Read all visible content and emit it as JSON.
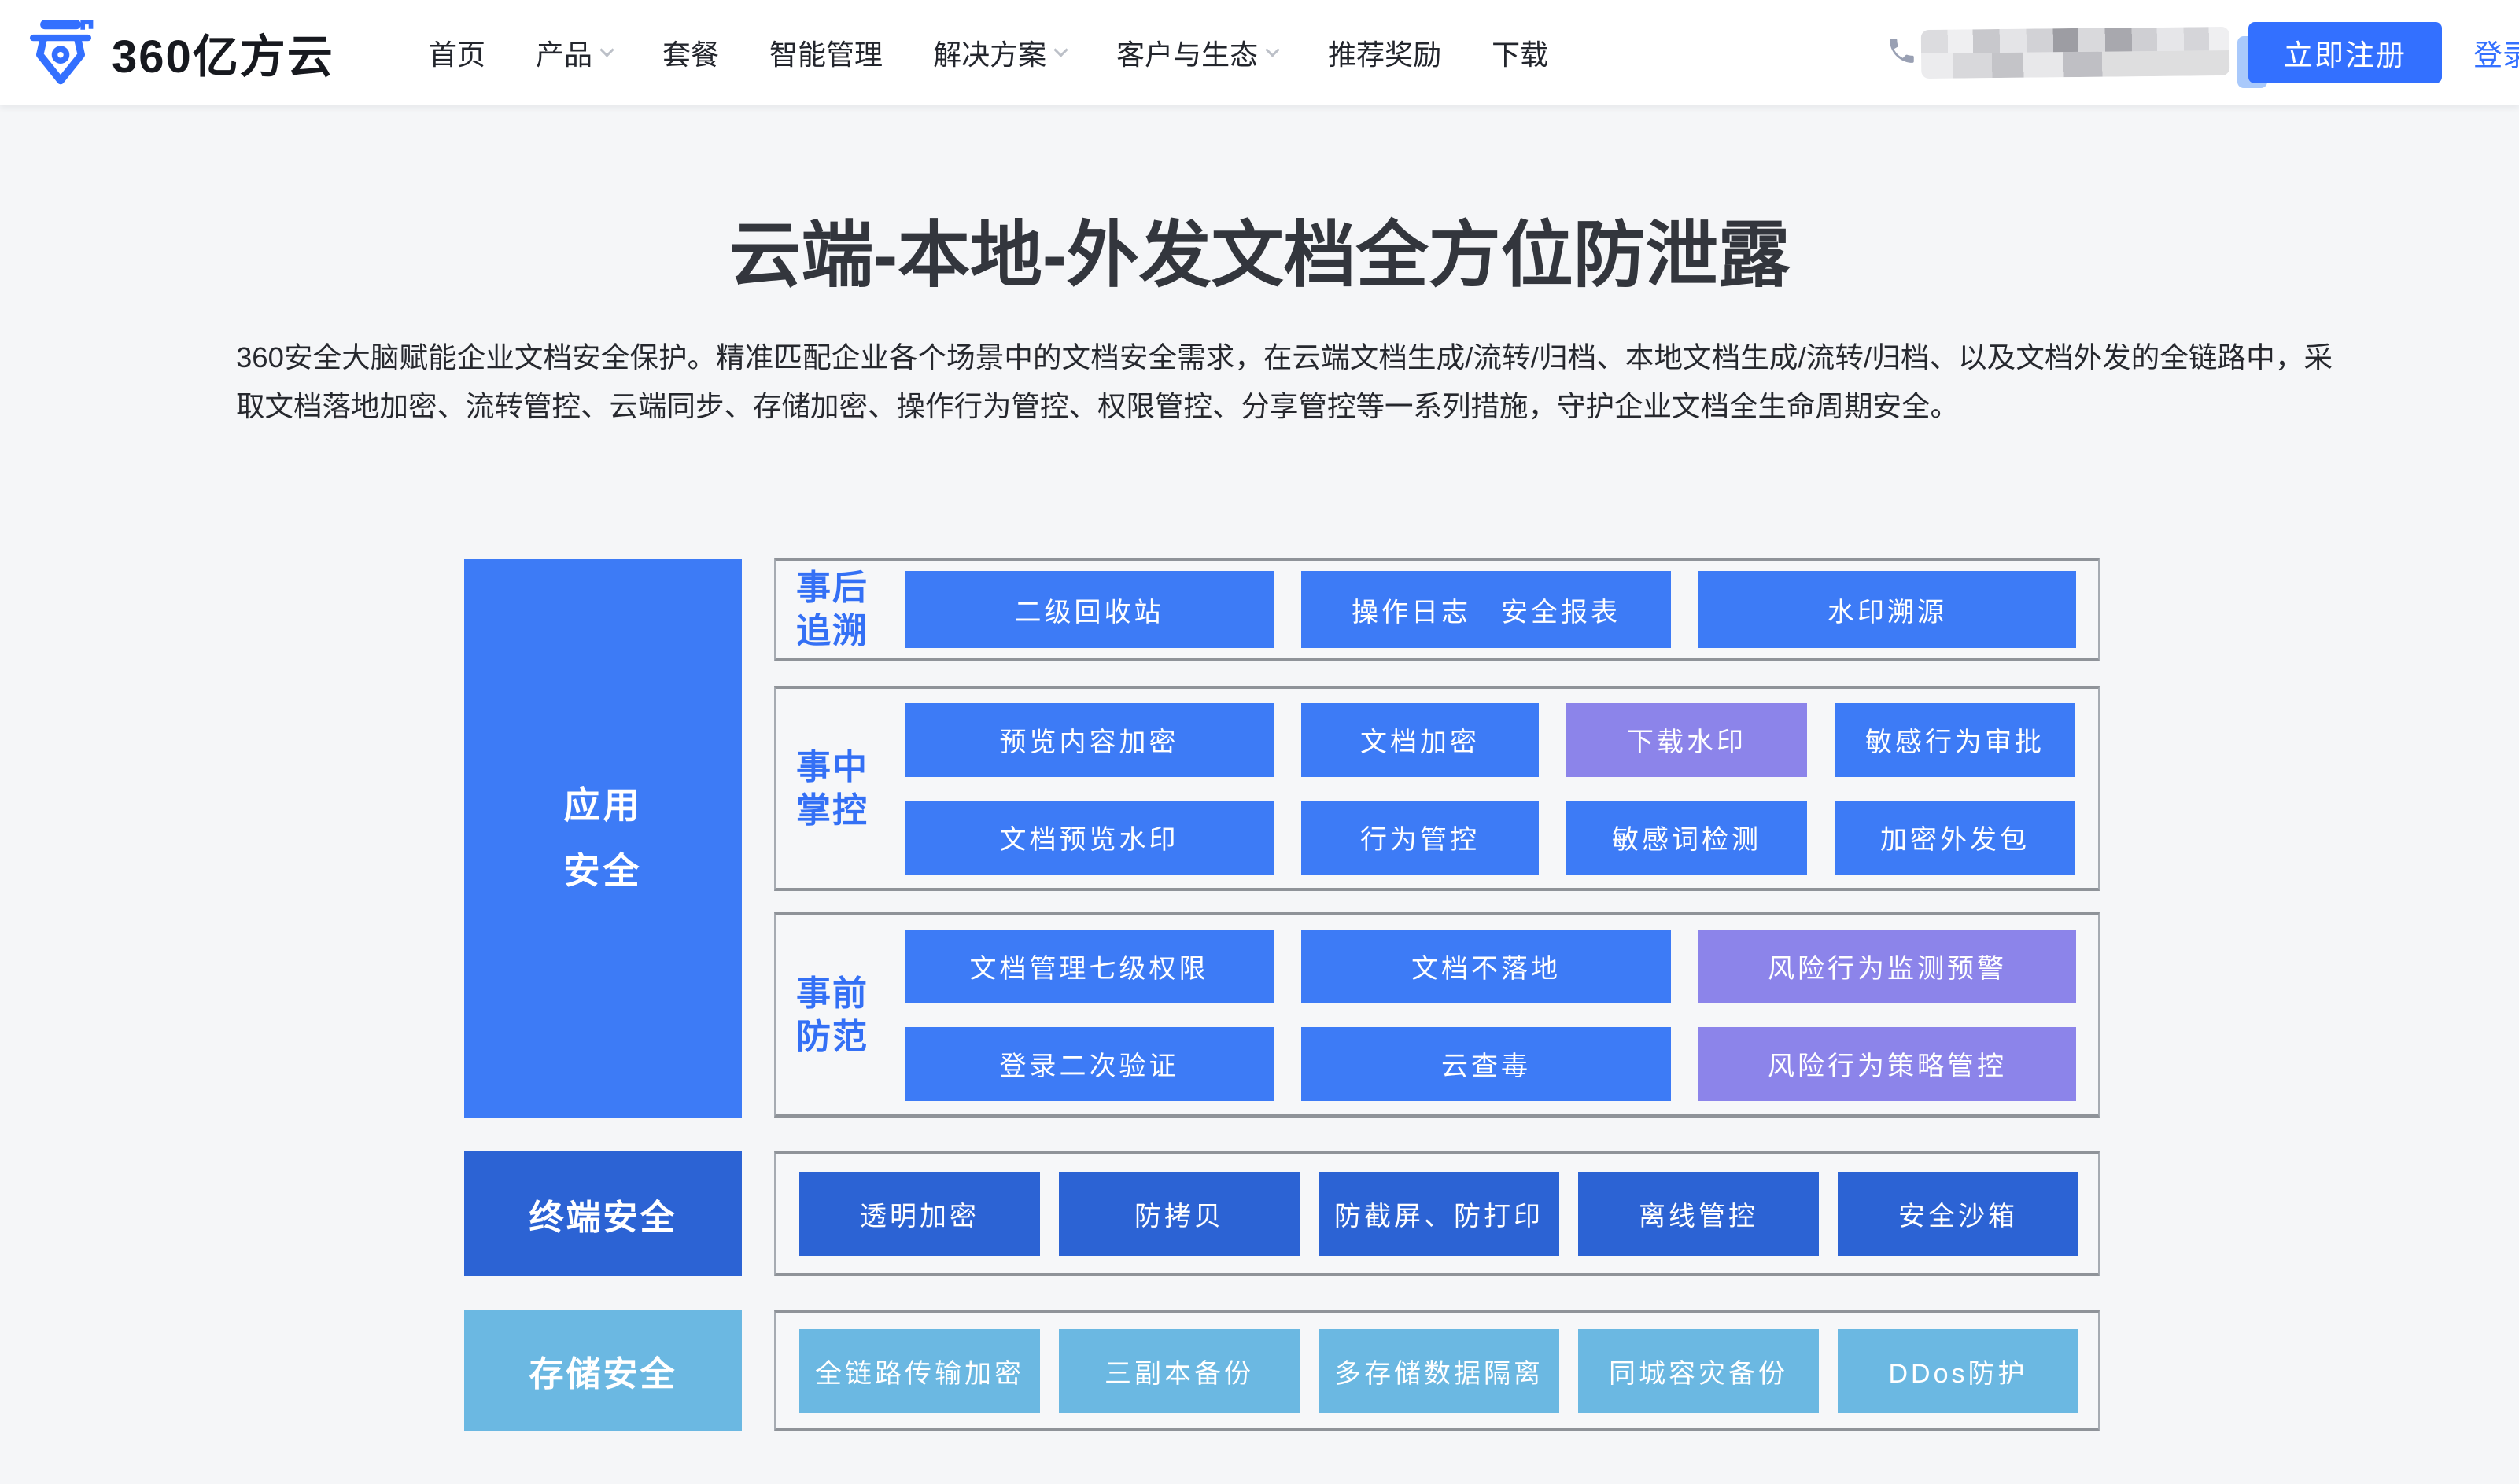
{
  "header": {
    "logo": {
      "text": "360亿方云",
      "icon": "pen-shield-logo-icon",
      "brand_color": "#3370FF"
    },
    "nav_items": [
      {
        "label": "首页",
        "dropdown": false
      },
      {
        "label": "产品",
        "dropdown": true
      },
      {
        "label": "套餐",
        "dropdown": false
      },
      {
        "label": "智能管理",
        "dropdown": false
      },
      {
        "label": "解决方案",
        "dropdown": true
      },
      {
        "label": "客户与生态",
        "dropdown": true
      },
      {
        "label": "推荐奖励",
        "dropdown": false
      },
      {
        "label": "下载",
        "dropdown": false
      }
    ],
    "phone": {
      "icon": "phone-icon",
      "masked": true
    },
    "register_button": "立即注册",
    "login_link": "登录",
    "accent_color": "#3370FF"
  },
  "hero": {
    "title": "云端-本地-外发文档全方位防泄露",
    "description": "360安全大脑赋能企业文档安全保护。精准匹配企业各个场景中的文档安全需求，在云端文档生成/流转/归档、本地文档生成/流转/归档、以及文档外发的全链路中，采取文档落地加密、流转管控、云端同步、存储加密、操作行为管控、权限管控、分享管控等一系列措施，守护企业文档全生命周期安全。"
  },
  "diagram": {
    "colors": {
      "blue": "#3D7BF6",
      "purple": "#8C84EA",
      "dark_blue": "#2C63D4",
      "light_blue": "#6BB8E2",
      "label_blue": "#3470F5"
    },
    "left_categories": [
      {
        "label": "应用安全",
        "color": "#3D7BF6"
      },
      {
        "label": "终端安全",
        "color": "#2C63D4"
      },
      {
        "label": "存储安全",
        "color": "#6BB8E2"
      }
    ],
    "groups": [
      {
        "label": "事后追溯",
        "boxes_rows": [
          [
            {
              "label": "二级回收站",
              "color": "#3D7BF6"
            },
            {
              "label": "操作日志　安全报表",
              "color": "#3D7BF6"
            },
            {
              "label": "水印溯源",
              "color": "#3D7BF6"
            }
          ]
        ]
      },
      {
        "label": "事中掌控",
        "boxes_rows": [
          [
            {
              "label": "预览内容加密",
              "color": "#3D7BF6"
            },
            {
              "label": "文档加密",
              "color": "#3D7BF6"
            },
            {
              "label": "下载水印",
              "color": "#8C84EA"
            },
            {
              "label": "敏感行为审批",
              "color": "#3D7BF6"
            }
          ],
          [
            {
              "label": "文档预览水印",
              "color": "#3D7BF6"
            },
            {
              "label": "行为管控",
              "color": "#3D7BF6"
            },
            {
              "label": "敏感词检测",
              "color": "#3D7BF6"
            },
            {
              "label": "加密外发包",
              "color": "#3D7BF6"
            }
          ]
        ]
      },
      {
        "label": "事前防范",
        "boxes_rows": [
          [
            {
              "label": "文档管理七级权限",
              "color": "#3D7BF6"
            },
            {
              "label": "文档不落地",
              "color": "#3D7BF6"
            },
            {
              "label": "风险行为监测预警",
              "color": "#8C84EA"
            }
          ],
          [
            {
              "label": "登录二次验证",
              "color": "#3D7BF6"
            },
            {
              "label": "云查毒",
              "color": "#3D7BF6"
            },
            {
              "label": "风险行为策略管控",
              "color": "#8C84EA"
            }
          ]
        ]
      },
      {
        "label": "",
        "boxes_rows": [
          [
            {
              "label": "透明加密",
              "color": "#2C63D4"
            },
            {
              "label": "防拷贝",
              "color": "#2C63D4"
            },
            {
              "label": "防截屏、防打印",
              "color": "#2C63D4"
            },
            {
              "label": "离线管控",
              "color": "#2C63D4"
            },
            {
              "label": "安全沙箱",
              "color": "#2C63D4"
            }
          ]
        ]
      },
      {
        "label": "",
        "boxes_rows": [
          [
            {
              "label": "全链路传输加密",
              "color": "#6BB8E2"
            },
            {
              "label": "三副本备份",
              "color": "#6BB8E2"
            },
            {
              "label": "多存储数据隔离",
              "color": "#6BB8E2"
            },
            {
              "label": "同城容灾备份",
              "color": "#6BB8E2"
            },
            {
              "label": "DDos防护",
              "color": "#6BB8E2"
            }
          ]
        ]
      }
    ]
  }
}
